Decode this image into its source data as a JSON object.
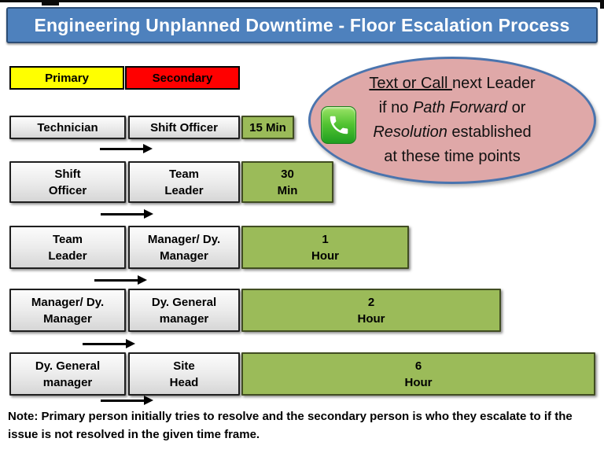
{
  "title": {
    "text": "Engineering Unplanned Downtime - Floor Escalation Process"
  },
  "legend": {
    "primary": "Primary",
    "secondary": "Secondary"
  },
  "rows": [
    {
      "primary": [
        "Technician"
      ],
      "secondary": [
        "Shift Officer"
      ],
      "time": [
        "15 Min"
      ]
    },
    {
      "primary": [
        "Shift",
        "Officer"
      ],
      "secondary": [
        "Team",
        "Leader"
      ],
      "time": [
        "30",
        "Min"
      ]
    },
    {
      "primary": [
        "Team",
        "Leader"
      ],
      "secondary": [
        "Manager/ Dy.",
        "Manager"
      ],
      "time": [
        "1",
        "Hour"
      ]
    },
    {
      "primary": [
        "Manager/ Dy.",
        "Manager"
      ],
      "secondary": [
        "Dy. General",
        "manager"
      ],
      "time": [
        "2",
        "Hour"
      ]
    },
    {
      "primary": [
        "Dy. General",
        "manager"
      ],
      "secondary": [
        "Site",
        "Head"
      ],
      "time": [
        "6",
        "Hour"
      ]
    }
  ],
  "callout": {
    "l1_underlined": "Text or Call ",
    "l1_rest": "next Leader",
    "l2_a": "if no ",
    "l2_italic": "Path Forward",
    "l2_b": " or",
    "l3_italic": "Resolution",
    "l3_b": " established",
    "l4": "at these time points",
    "icon": "phone-icon"
  },
  "note": {
    "text": "Note: Primary person initially tries to resolve and the secondary person is  who they escalate to if the issue is not resolved in the given time frame."
  },
  "colors": {
    "title_blue": "#4e81bd",
    "primary_yellow": "#ffff00",
    "secondary_red": "#ff0000",
    "time_green": "#9bbb59",
    "callout_pink": "#dfa8a8",
    "callout_border_blue": "#4a74ae",
    "phone_green": "#2aa02a"
  }
}
